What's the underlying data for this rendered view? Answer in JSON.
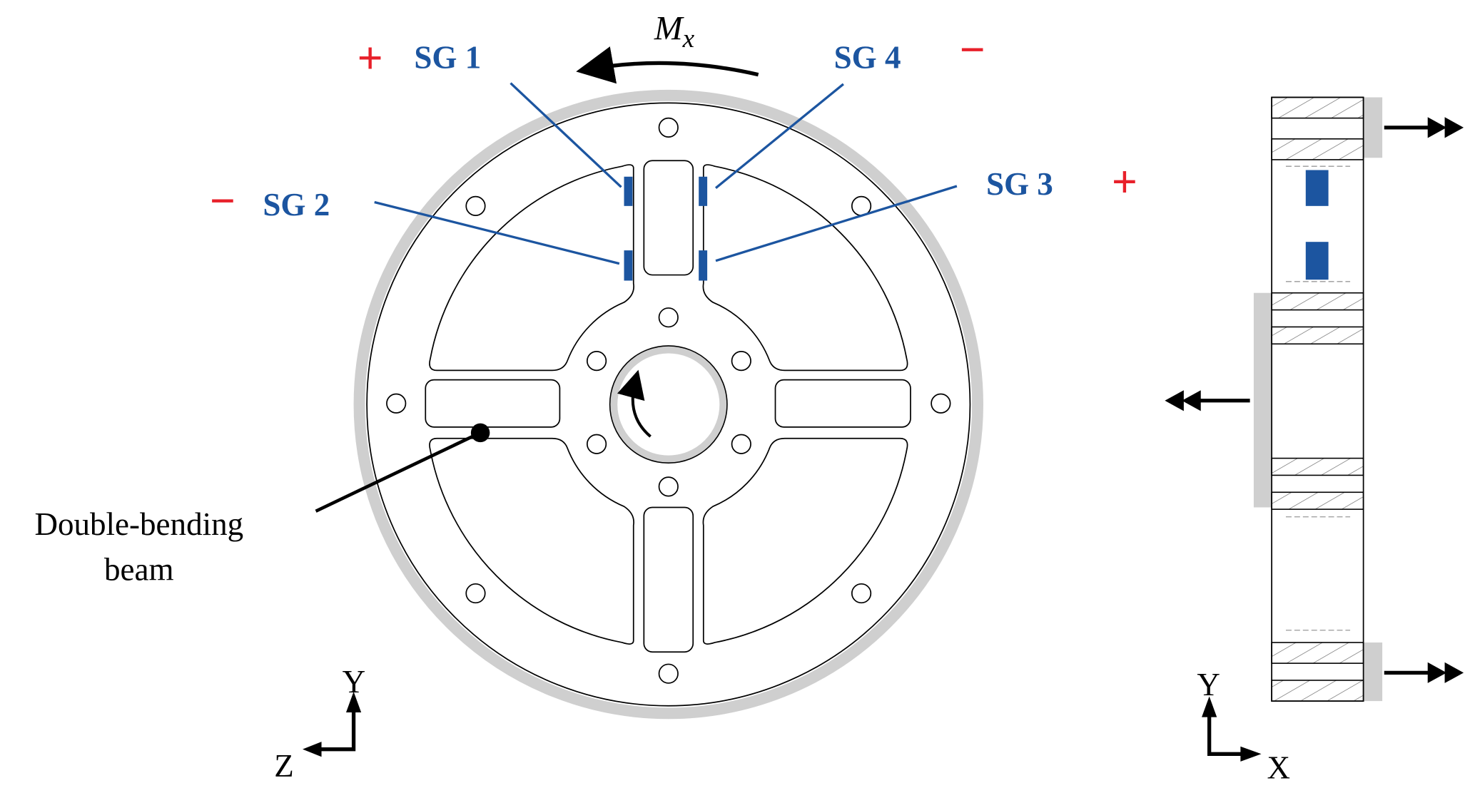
{
  "moment_label": "M",
  "moment_subscript": "x",
  "gauges": [
    {
      "label": "SG 1",
      "sign": "+"
    },
    {
      "label": "SG 2",
      "sign": "−"
    },
    {
      "label": "SG 3",
      "sign": "+"
    },
    {
      "label": "SG 4",
      "sign": "−"
    }
  ],
  "beam_label_line1": "Double-bending",
  "beam_label_line2": "beam",
  "front_axes": {
    "vertical": "Y",
    "horizontal": "Z"
  },
  "side_axes": {
    "vertical": "Y",
    "horizontal": "X"
  },
  "colors": {
    "gauge": "#1c55a0",
    "sign": "#e8202a",
    "flange": "#cfcfcf"
  }
}
